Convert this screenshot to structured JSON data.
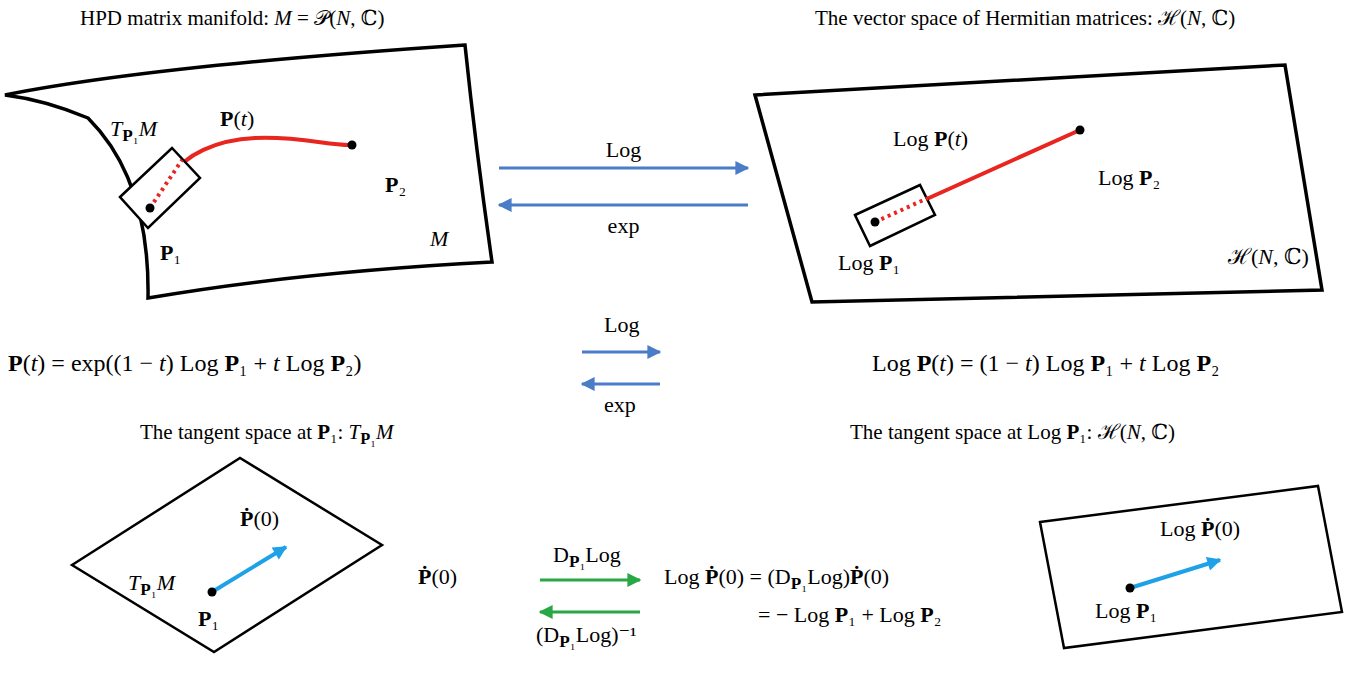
{
  "diagram": {
    "nodes": [
      {
        "text": [
          "P(t)",
          "P₂",
          "M"
        ]
      },
      {
        "text": [
          "TP₁M",
          "P₁"
        ],
        "in": 0
      },
      {
        "text": [
          "Log P(t)",
          "Log P₂",
          "ℋ(N, ℂ)"
        ]
      },
      {
        "text": [
          "Log P₁"
        ],
        "in": 2
      },
      {
        "text": [
          "TP₁M",
          "Ṗ(0)",
          "P₁"
        ]
      },
      {
        "text": [
          "Log Ṗ(0)",
          "Log P₁"
        ]
      }
    ],
    "edges": [
      {
        "from": 0,
        "to": 2,
        "label": "Log",
        "arrow": "to"
      },
      {
        "from": 2,
        "to": 0,
        "label": "exp",
        "arrow": "to"
      }
    ],
    "labels": [
      "HPD matrix manifold: M = 𝒫(N, ℂ)",
      "The vector space of Hermitian matrices: ℋ(N, ℂ)",
      "P(t) = exp((1 − t) Log P₁ + t Log P₂)",
      "Log",
      "exp",
      "Log P(t) = (1 − t) Log P₁ + t Log P₂",
      "The tangent space at P₁: TP₁M",
      "The tangent space at Log P₁: ℋ(N, ℂ)",
      "Ṗ(0)",
      "DP₁Log",
      "(DP₁Log)⁻¹",
      "Log Ṗ(0) = (DP₁Log)Ṗ(0)",
      "= − Log P₁ + Log P₂"
    ]
  }
}
